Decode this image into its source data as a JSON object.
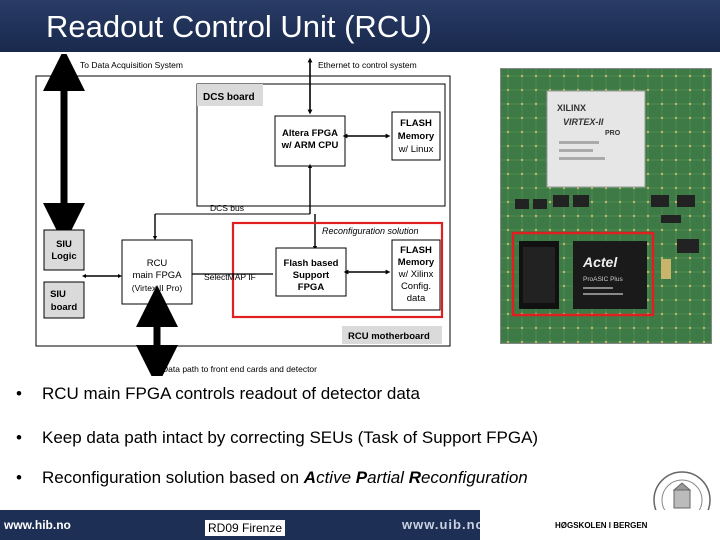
{
  "slide": {
    "title": "Readout Control Unit (RCU)"
  },
  "diagram": {
    "top_left_label": "To Data Acquisition System",
    "top_right_label": "Ethernet to control system",
    "bottom_label": "Data path to front end cards and detector",
    "dcs_board_label": "DCS board",
    "altera_fpga": [
      "Altera FPGA",
      "w/ ARM CPU"
    ],
    "flash_linux": [
      "FLASH",
      "Memory",
      "w/ Linux"
    ],
    "dcs_bus_label": "DCS bus",
    "reconfig_label": "Reconfiguration solution",
    "siu_logic": [
      "SIU",
      "Logic"
    ],
    "siu_board": [
      "SIU",
      "board"
    ],
    "rcu_main_fpga": [
      "RCU",
      "main FPGA",
      "(Virtex-II Pro)"
    ],
    "selectmap_label": "SelectMAP IF",
    "flash_support": [
      "Flash based",
      "Support",
      "FPGA"
    ],
    "flash_xilinx": [
      "FLASH",
      "Memory",
      "w/ Xilinx",
      "Config.",
      "data"
    ],
    "rcu_motherboard_label": "RCU motherboard"
  },
  "photo": {
    "xilinx_chip": [
      "XILINX",
      "VIRTEX-II",
      "PRO"
    ],
    "actel_chip": [
      "Actel",
      "ProASIC Plus"
    ]
  },
  "bullets": [
    {
      "text": "RCU main FPGA controls readout of detector data"
    },
    {
      "text": "Keep data path intact by correcting SEUs  (Task of Support FPGA)"
    },
    {
      "prefix": "Reconfiguration solution based on ",
      "w1a": "A",
      "w1b": "ctive ",
      "w2a": "P",
      "w2b": "artial ",
      "w3a": "R",
      "w3b": "econfiguration"
    }
  ],
  "footer": {
    "left_url": "www.hib.no",
    "event": "RD09 Firenze",
    "right_url": "www.uib.no",
    "college": "HØGSKOLEN I BERGEN"
  },
  "colors": {
    "title_bar": "#1f3057",
    "reconfig_highlight": "#e02020",
    "board_green": "#3d7a46"
  }
}
